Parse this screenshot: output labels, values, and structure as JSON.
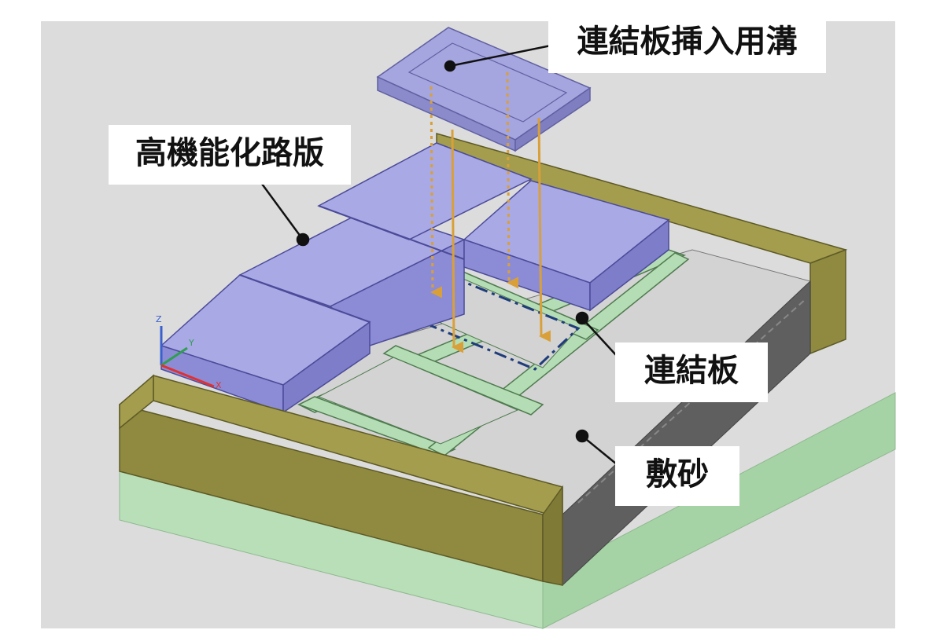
{
  "labels": {
    "slot": "連結板挿入用溝",
    "slab": "高機能化路版",
    "plate": "連結板",
    "sand": "敷砂"
  },
  "axes": {
    "z": "Z",
    "y": "Y",
    "x": "X"
  },
  "colors": {
    "background": "#dcdcdc",
    "slab_top": "#a9a9e6",
    "slab_side": "#8c8cd6",
    "channel": "#8f8a3f",
    "channel_top": "#a39d4d",
    "foundation": "#b9dfb9",
    "connector": "#b5ddb5",
    "sand": "#d3d3d3",
    "arrow": "#d9a03a",
    "callout_bg": "#ffffff",
    "callout_text": "#111111"
  }
}
